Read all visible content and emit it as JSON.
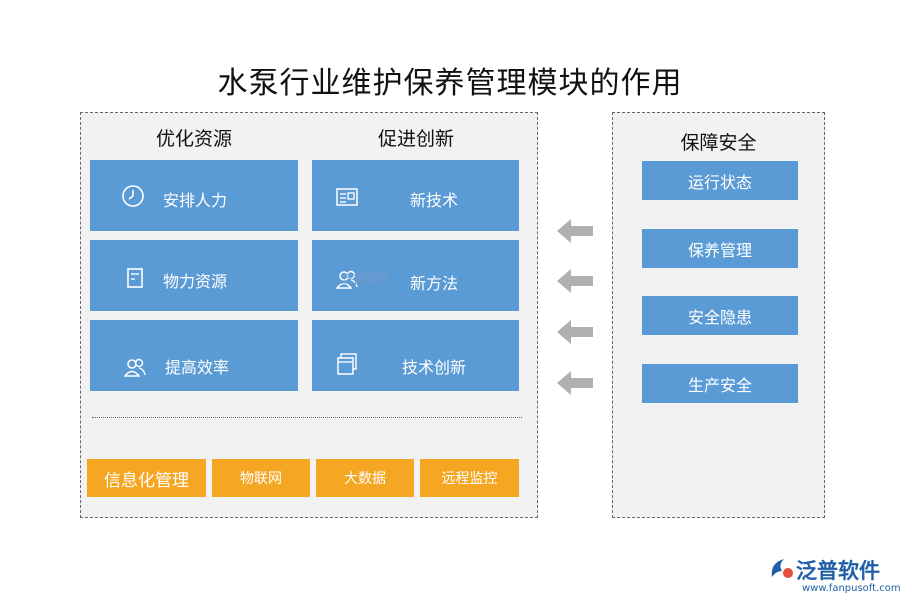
{
  "title": "水泵行业维护保养管理模块的作用",
  "left_panel": {
    "col1_heading": "优化资源",
    "col2_heading": "促进创新",
    "col1_items": [
      {
        "label": "安排人力",
        "icon": "clock-icon"
      },
      {
        "label": "物力资源",
        "icon": "document-icon"
      },
      {
        "label": "提高效率",
        "icon": "people-icon"
      }
    ],
    "col2_items": [
      {
        "label": "新技术",
        "icon": "newspaper-icon"
      },
      {
        "label": "新方法",
        "icon": "people-icon"
      },
      {
        "label": "技术创新",
        "icon": "windows-icon"
      }
    ],
    "bottom_items": [
      "信息化管理",
      "物联网",
      "大数据",
      "远程监控"
    ]
  },
  "right_panel": {
    "heading": "保障安全",
    "items": [
      "运行状态",
      "保养管理",
      "安全隐患",
      "生产安全"
    ]
  },
  "watermark": "泛普软件",
  "logo": {
    "name": "泛普软件",
    "url": "www.fanpusoft.com"
  },
  "colors": {
    "card_blue": "#5b9bd5",
    "orange": "#f5a623",
    "panel_bg": "#f2f2f2",
    "arrow_gray": "#b0b0b0",
    "logo_blue": "#1f5fa8"
  }
}
